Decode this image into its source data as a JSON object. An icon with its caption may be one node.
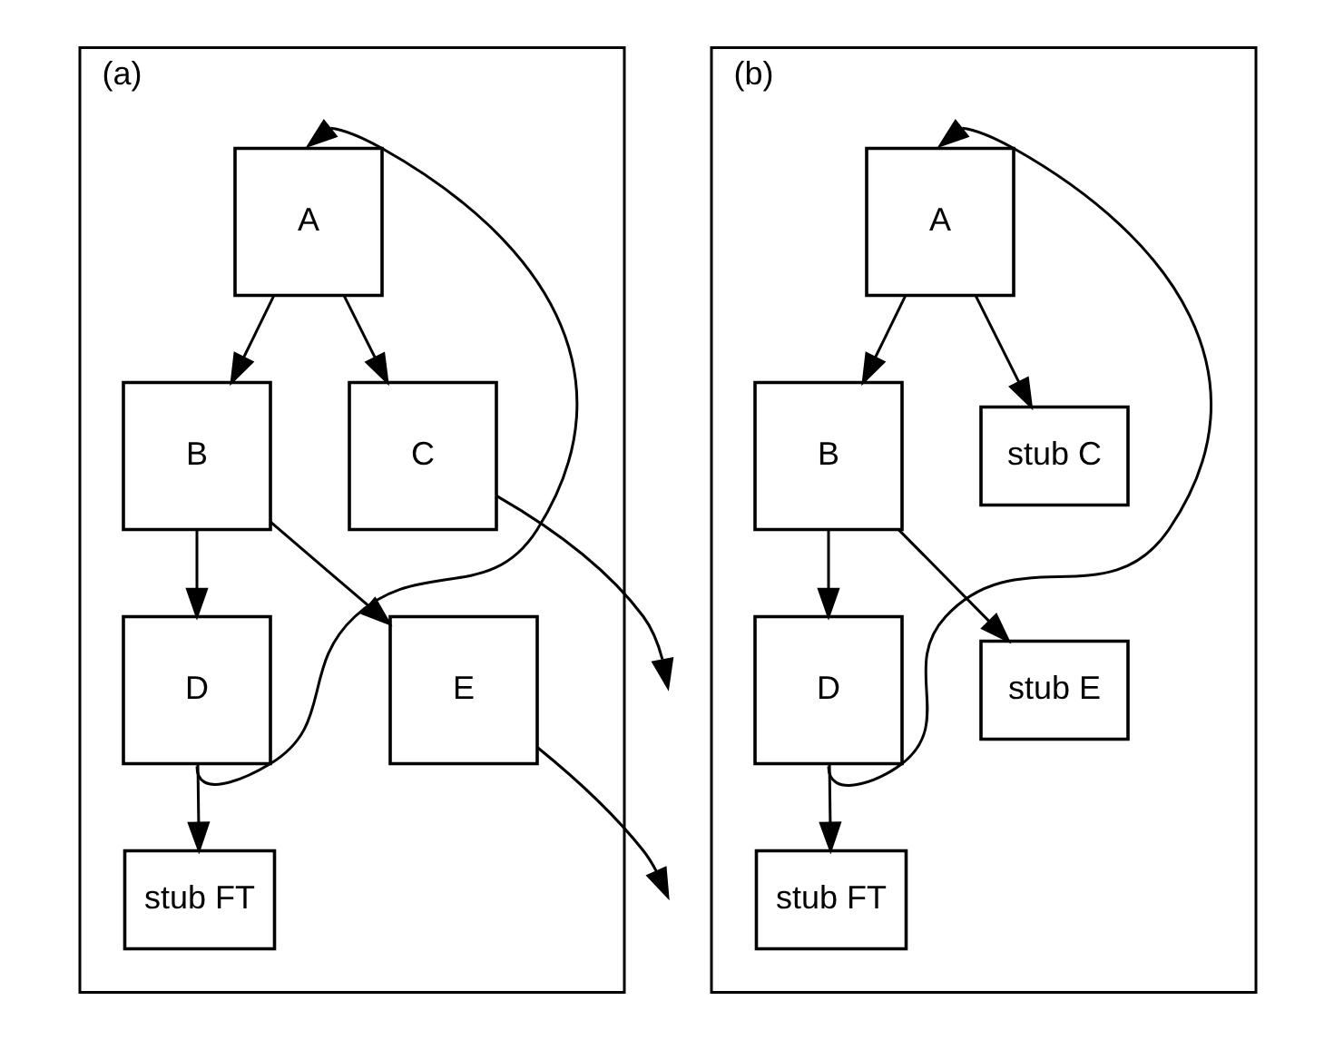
{
  "diagram": {
    "nodes": [
      {
        "text": [
          "(a)"
        ]
      },
      {
        "text": [
          "A"
        ],
        "in": 0
      },
      {
        "text": [
          "B"
        ],
        "in": 0
      },
      {
        "text": [
          "C"
        ],
        "in": 0
      },
      {
        "text": [
          "D"
        ],
        "in": 0
      },
      {
        "text": [
          "E"
        ],
        "in": 0
      },
      {
        "text": [
          "stub FT"
        ],
        "in": 0
      },
      {
        "text": [
          "(b)"
        ]
      },
      {
        "text": [
          "A"
        ],
        "in": 7
      },
      {
        "text": [
          "B"
        ],
        "in": 7
      },
      {
        "text": [
          "stub C"
        ],
        "in": 7
      },
      {
        "text": [
          "D"
        ],
        "in": 7
      },
      {
        "text": [
          "stub E"
        ],
        "in": 7
      },
      {
        "text": [
          "stub FT"
        ],
        "in": 7
      }
    ],
    "edges": [
      {
        "from": 1,
        "to": 2,
        "arrow": "to"
      },
      {
        "from": 1,
        "to": 3,
        "arrow": "to"
      },
      {
        "from": 2,
        "to": 4,
        "arrow": "to"
      },
      {
        "from": 2,
        "to": 5,
        "arrow": "to"
      },
      {
        "from": 3,
        "to": null,
        "arrow": "to"
      },
      {
        "from": 5,
        "to": null,
        "arrow": "to"
      },
      {
        "from": 4,
        "to": 6,
        "arrow": "to"
      },
      {
        "from": 4,
        "to": 1,
        "arrow": "to"
      },
      {
        "from": 8,
        "to": 9,
        "arrow": "to"
      },
      {
        "from": 8,
        "to": 10,
        "arrow": "to"
      },
      {
        "from": 9,
        "to": 11,
        "arrow": "to"
      },
      {
        "from": 9,
        "to": 12,
        "arrow": "to"
      },
      {
        "from": 11,
        "to": 13,
        "arrow": "to"
      },
      {
        "from": 11,
        "to": 8,
        "arrow": "to"
      }
    ]
  }
}
